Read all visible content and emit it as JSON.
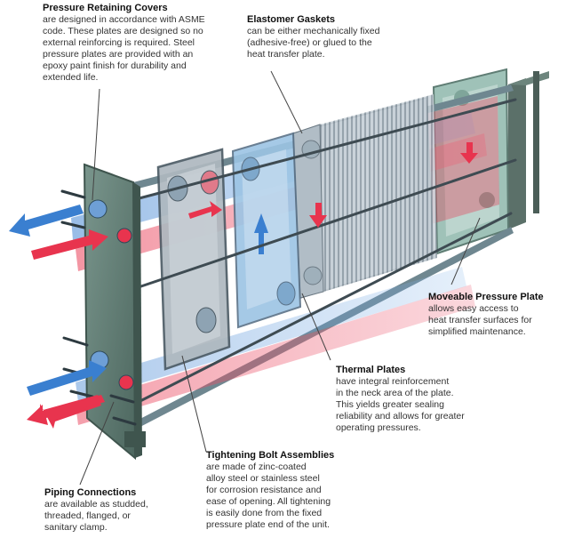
{
  "callouts": {
    "pressure_covers": {
      "title": "Pressure Retaining Covers",
      "lines": [
        "are designed in accordance with ASME",
        "code. These plates are designed so no",
        "external reinforcing is required. Steel",
        "pressure plates are provided with an",
        "epoxy paint finish for durability and",
        "extended life."
      ]
    },
    "gaskets": {
      "title": "Elastomer Gaskets",
      "lines": [
        "can be either mechanically fixed",
        "(adhesive-free) or glued to the",
        "heat transfer plate."
      ]
    },
    "moveable_plate": {
      "title": "Moveable Pressure Plate",
      "lines": [
        "allows easy access to",
        "heat transfer surfaces for",
        "simplified maintenance."
      ]
    },
    "thermal_plates": {
      "title": "Thermal Plates",
      "lines": [
        "have integral reinforcement",
        "in the neck area of the plate.",
        "This yields greater sealing",
        "reliability and allows for greater",
        "operating pressures."
      ]
    },
    "bolt_assemblies": {
      "title": "Tightening Bolt Assemblies",
      "lines": [
        "are made of zinc-coated",
        "alloy steel or stainless steel",
        "for corrosion resistance and",
        "ease of opening. All tightening",
        "is easily done from the fixed",
        "pressure plate end of the unit."
      ]
    },
    "piping": {
      "title": "Piping Connections",
      "lines": [
        "are available as studded,",
        "threaded, flanged, or",
        "sanitary clamp."
      ]
    }
  },
  "colors": {
    "hot_flow": "#e8344e",
    "cold_flow": "#3a7fd0",
    "frame": "#5f7d74",
    "plate": "#b8c4cc",
    "leader": "#444444"
  }
}
